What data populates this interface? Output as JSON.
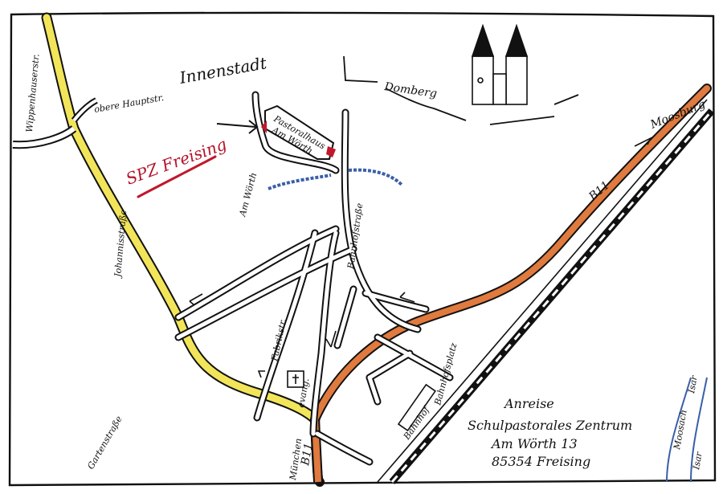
{
  "map": {
    "area_label": "Innenstadt",
    "hill_label": "Domberg",
    "highlight_label": "SPZ Freising",
    "building_label_line1": "Pastoralhaus",
    "building_label_line2": "Am Wörth",
    "direction_label": "Moosburg",
    "road_b11_top": "B11",
    "road_b11_bottom": "B11",
    "direction_muenchen": "München",
    "church_label": "evang.",
    "station_label": "Bahnhof"
  },
  "streets": {
    "wippenhauser": "Wippenhauserstr.",
    "obere_haupt": "obere Hauptstr.",
    "johannis": "Johannisstraße",
    "garten": "Gartenstraße",
    "am_woerth": "Am Wörth",
    "bahnhof_str": "Bahnhofstraße",
    "fabrik": "Fabrikstr.",
    "bahnhof_platz": "Bahnhofsplatz",
    "isar_right": "Isar",
    "isar_right2": "Moosach",
    "isar_right3": "Isar"
  },
  "address": {
    "title": "Anreise",
    "line1": "Schulpastorales Zentrum",
    "line2": "Am Wörth 13",
    "line3": "85354 Freising"
  },
  "colors": {
    "yellow_road": "#f2e55a",
    "b11_road": "#e07a3e",
    "river": "#3a5fa8",
    "highlight": "#c0182c"
  }
}
